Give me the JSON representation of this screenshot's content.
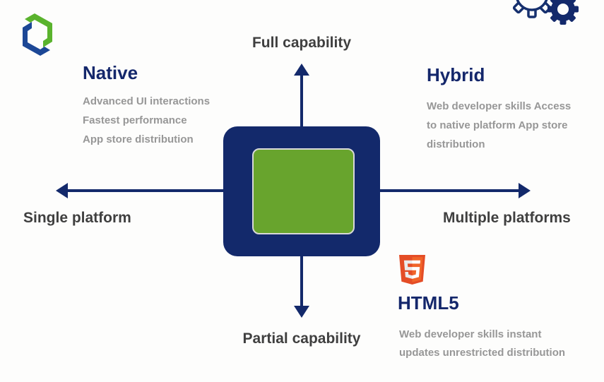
{
  "header": {
    "logo_icon": "interlocking-s-logo",
    "gears_icon": "two-gears"
  },
  "axes": {
    "top_label": "Full capability",
    "bottom_label": "Partial capability",
    "left_label": "Single platform",
    "right_label": "Multiple platforms"
  },
  "sections": {
    "native": {
      "title": "Native",
      "lines": [
        "Advanced UI interactions",
        "Fastest performance",
        "App store distribution"
      ]
    },
    "hybrid": {
      "title": "Hybrid",
      "lines": [
        "Web developer skills Access",
        "to native platform App store",
        "distribution"
      ]
    },
    "html5": {
      "title": "HTML5",
      "icon": "html5-shield",
      "lines": [
        "Web developer skills instant",
        "updates unrestricted distribution"
      ]
    }
  },
  "colors": {
    "navy": "#13296b",
    "heading_navy": "#14276b",
    "center_green": "#68a42d",
    "green_border": "#d8d8d8",
    "axis_label_gray": "#3f3f3f",
    "body_gray": "#979797",
    "logo_green": "#5ab32d",
    "logo_blue": "#1c4796",
    "html5_orange": "#e44d26",
    "html5_orange_light": "#f16529",
    "background": "#fdfdfc"
  }
}
